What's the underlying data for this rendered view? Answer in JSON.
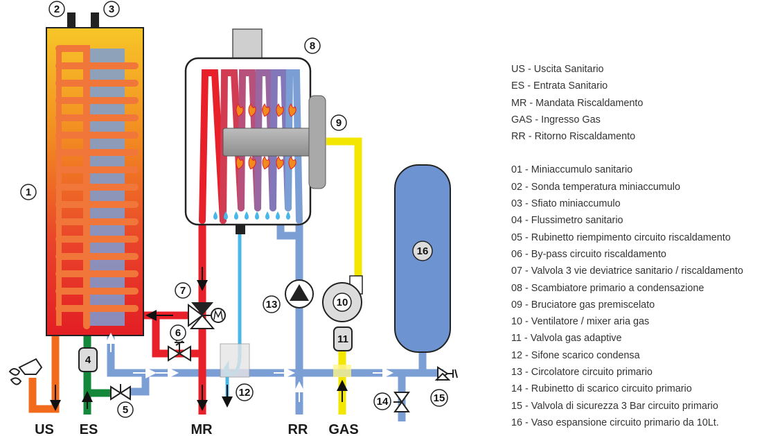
{
  "bottom_labels": {
    "us": "US",
    "es": "ES",
    "mr": "MR",
    "rr": "RR",
    "gas": "GAS"
  },
  "markers": {
    "m1": "1",
    "m2": "2",
    "m3": "3",
    "m4": "4",
    "m5": "5",
    "m6": "6",
    "m7": "7",
    "m8": "8",
    "m9": "9",
    "m10": "10",
    "m11": "11",
    "m12": "12",
    "m13": "13",
    "m14": "14",
    "m15": "15",
    "m16": "16"
  },
  "legend": {
    "abbreviations": [
      "US - Uscita Sanitario",
      "ES - Entrata Sanitario",
      "MR - Mandata Riscaldamento",
      "GAS - Ingresso Gas",
      "RR - Ritorno Riscaldamento"
    ],
    "components": [
      "01 - Miniaccumulo sanitario",
      "02 - Sonda temperatura miniaccumulo",
      "03 - Sfiato miniaccumulo",
      "04 - Flussimetro sanitario",
      "05 - Rubinetto riempimento circuito riscaldamento",
      "06 - By-pass circuito riscaldamento",
      "07 - Valvola 3 vie deviatrice sanitario / riscaldamento",
      "08 - Scambiatore primario a condensazione",
      "09 - Bruciatore gas premiscelato",
      "10 - Ventilatore / mixer aria gas",
      "11 - Valvola gas adaptive",
      "12 - Sifone scarico condensa",
      "13 - Circolatore circuito primario",
      "14 - Rubinetto di scarico circuito primario",
      "15 - Valvola di sicurezza 3 Bar circuito primario",
      "16 - Vaso espansione circuito primario da 10Lt."
    ]
  },
  "colors": {
    "hot_red": "#e8202a",
    "return_blue": "#7b9fd4",
    "sanitary_orange": "#f26b1d",
    "cold_green": "#13873a",
    "gas_yellow": "#f3e600",
    "condensate_cyan": "#49b8e8",
    "tank_gradient_top": "#f7c327",
    "tank_gradient_bottom": "#e31e24",
    "expansion_vessel": "#6d93d0"
  }
}
